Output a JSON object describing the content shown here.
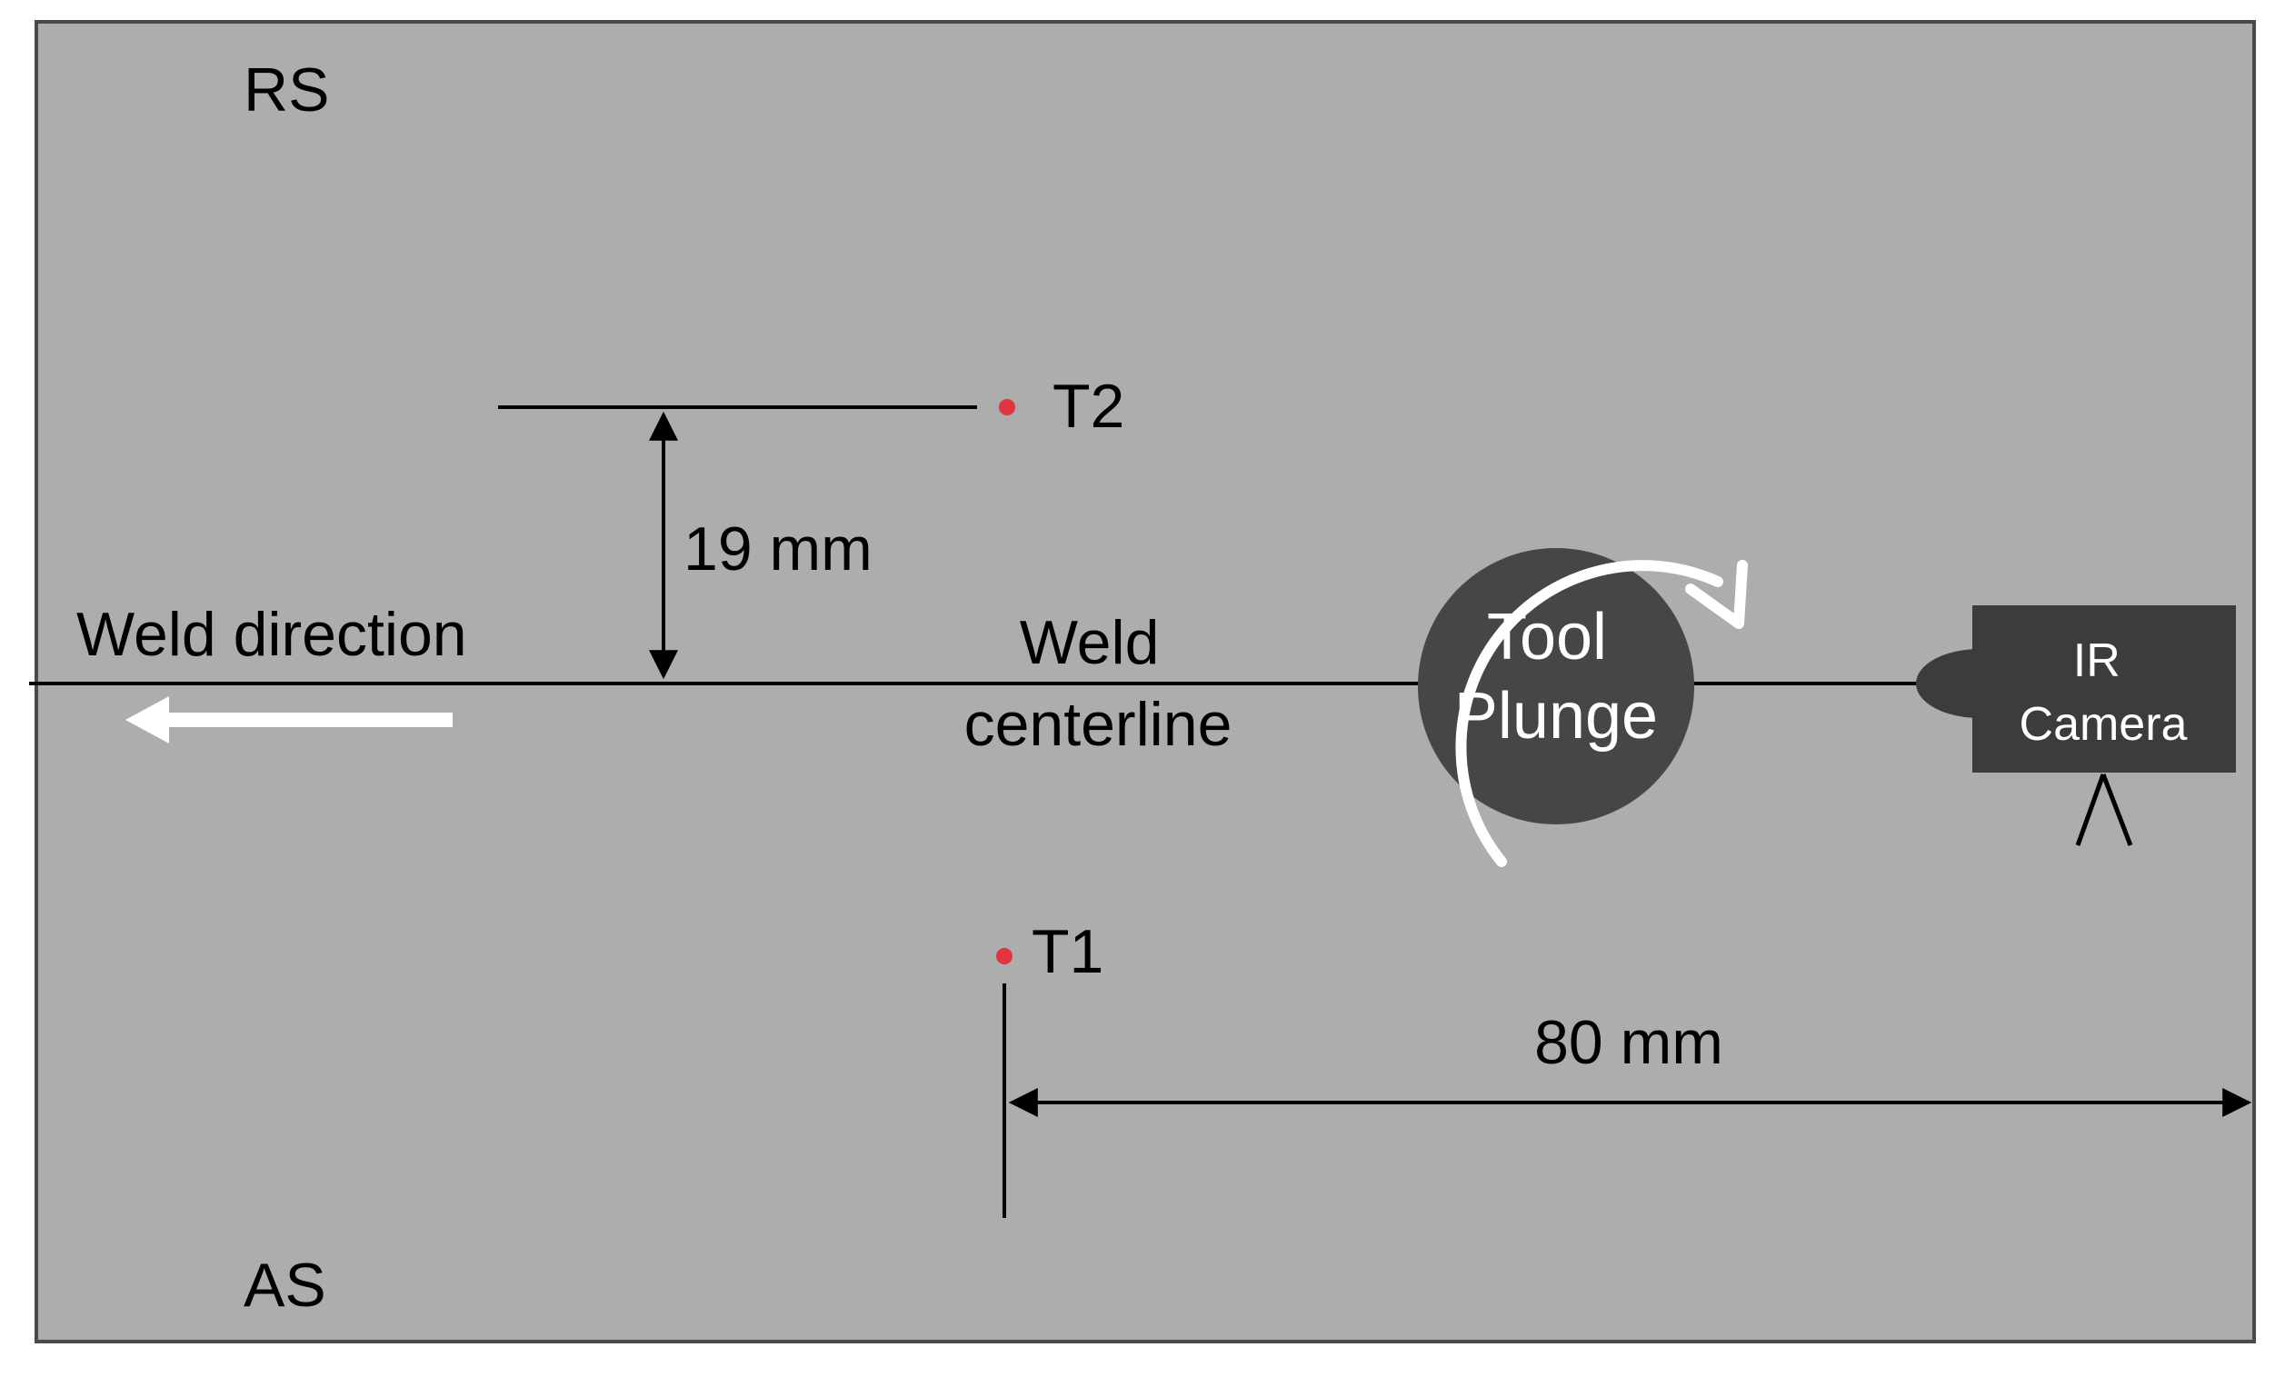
{
  "colors": {
    "plate": "#adadad",
    "plate_border": "#4a4a4a",
    "line": "#000000",
    "arrow": "#ffffff",
    "tool": "#464646",
    "camera": "#3c3c3c",
    "thermocouple": "#e0353f",
    "text_dark": "#000000",
    "text_light": "#ffffff"
  },
  "labels": {
    "rs": "RS",
    "as": "AS",
    "weld_direction": "Weld direction",
    "weld_centerline_line1": "Weld",
    "weld_centerline_line2": "centerline",
    "offset_dimension": "19 mm",
    "distance_dimension": "80 mm",
    "thermocouple_t1": "T1",
    "thermocouple_t2": "T2",
    "tool_line1": "Tool",
    "tool_line2": "Plunge",
    "camera_line1": "IR",
    "camera_line2": "Camera"
  },
  "icons": {
    "rotation": "clockwise-rotation-arrow-icon",
    "direction": "left-arrow-icon",
    "camera": "camera-icon"
  }
}
